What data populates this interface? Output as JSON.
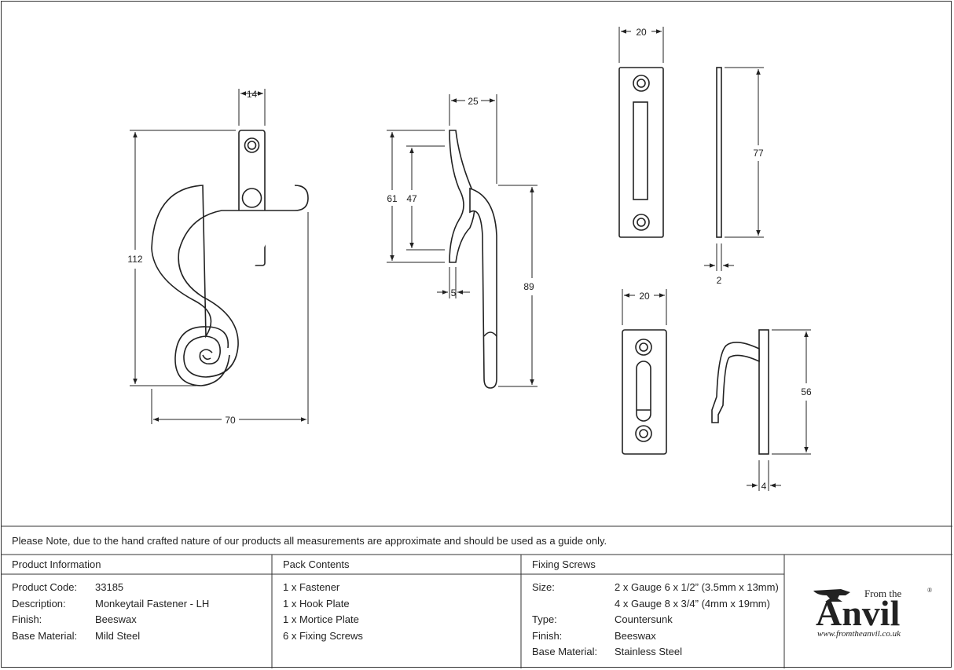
{
  "dimensions": {
    "fastener_width_top": "14",
    "fastener_height": "112",
    "fastener_width": "70",
    "side_width": "25",
    "side_61": "61",
    "side_47": "47",
    "side_89": "89",
    "side_5": "5",
    "mortice_width": "20",
    "mortice_height": "77",
    "mortice_thickness": "2",
    "hook_plate_width": "20",
    "hook_height": "56",
    "hook_thickness": "4"
  },
  "note": "Please Note, due to the hand crafted nature of our products all measurements are approximate and should be used as a guide only.",
  "product_info": {
    "header": "Product Information",
    "labels": [
      "Product Code:",
      "Description:",
      "Finish:",
      "Base Material:"
    ],
    "values": [
      "33185",
      "Monkeytail Fastener - LH",
      "Beeswax",
      "Mild Steel"
    ]
  },
  "pack_contents": {
    "header": "Pack Contents",
    "items": [
      "1 x Fastener",
      "1 x Hook Plate",
      "1 x Mortice Plate",
      "6 x Fixing Screws"
    ]
  },
  "fixing_screws": {
    "header": "Fixing Screws",
    "labels": [
      "Size:",
      "",
      "Type:",
      "Finish:",
      "Base Material:"
    ],
    "values": [
      "2 x Gauge 6 x 1/2” (3.5mm x 13mm)",
      "4 x Gauge 8 x 3/4” (4mm x 19mm)",
      "Countersunk",
      "Beeswax",
      "Stainless Steel"
    ]
  },
  "logo": {
    "from_the": "From the",
    "brand": "Anvil",
    "registered": "®",
    "url": "www.fromtheanvil.co.uk"
  }
}
